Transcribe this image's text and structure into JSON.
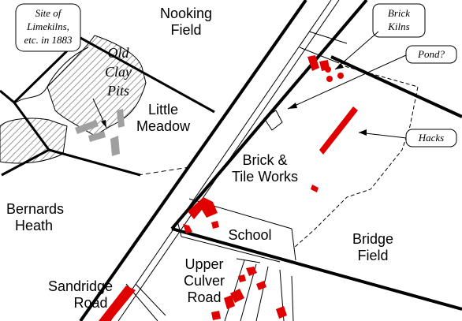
{
  "labels": {
    "nooking_field": [
      "Nooking",
      "Field"
    ],
    "little_meadow": [
      "Little",
      "Meadow"
    ],
    "brick_tile_works": [
      "Brick &",
      "Tile Works"
    ],
    "bernards_heath": [
      "Bernards",
      "Heath"
    ],
    "school": "School",
    "bridge_field": [
      "Bridge",
      "Field"
    ],
    "upper_culver_road": [
      "Upper",
      "Culver",
      "Road"
    ],
    "sandridge_road": [
      "Sandridge",
      "Road"
    ]
  },
  "callouts": {
    "limekilns": [
      "Site of",
      "Limekilns,",
      "etc. in 1883"
    ],
    "old_clay_pits": [
      "Old",
      "Clay",
      "Pits"
    ],
    "brick_kilns": [
      "Brick",
      "Kilns"
    ],
    "pond": "Pond?",
    "hacks": "Hacks"
  },
  "colors": {
    "building": "#e00000",
    "road": "#000000",
    "hatch": "#a0a0a0",
    "clay_pit_marks": "#a0a0a0"
  }
}
